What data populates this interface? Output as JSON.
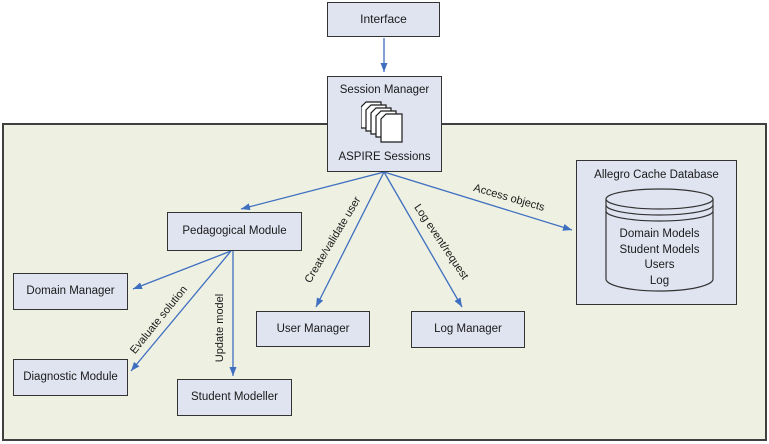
{
  "diagram": {
    "nodes": {
      "interface": {
        "label": "Interface"
      },
      "session_manager": {
        "label": "Session Manager",
        "sublabel": "ASPIRE Sessions"
      },
      "pedagogical_module": {
        "label": "Pedagogical Module"
      },
      "domain_manager": {
        "label": "Domain Manager"
      },
      "diagnostic_module": {
        "label": "Diagnostic Module"
      },
      "student_modeller": {
        "label": "Student Modeller"
      },
      "user_manager": {
        "label": "User Manager"
      },
      "log_manager": {
        "label": "Log Manager"
      },
      "database": {
        "label": "Allegro Cache Database",
        "contents": [
          "Domain Models",
          "Student Models",
          "Users",
          "Log"
        ]
      }
    },
    "edges": {
      "access_objects": {
        "label": "Access objects"
      },
      "create_validate_user": {
        "label": "Create/validate user"
      },
      "log_event_request": {
        "label": "Log event/request"
      },
      "evaluate_solution": {
        "label": "Evaluate solution"
      },
      "update_model": {
        "label": "Update model"
      }
    }
  },
  "colors": {
    "arrow": "#3e6fc0",
    "node_fill": "#e0e4f1",
    "node_border": "#333333",
    "container_fill": "#eef0e2",
    "container_border": "#404040"
  }
}
